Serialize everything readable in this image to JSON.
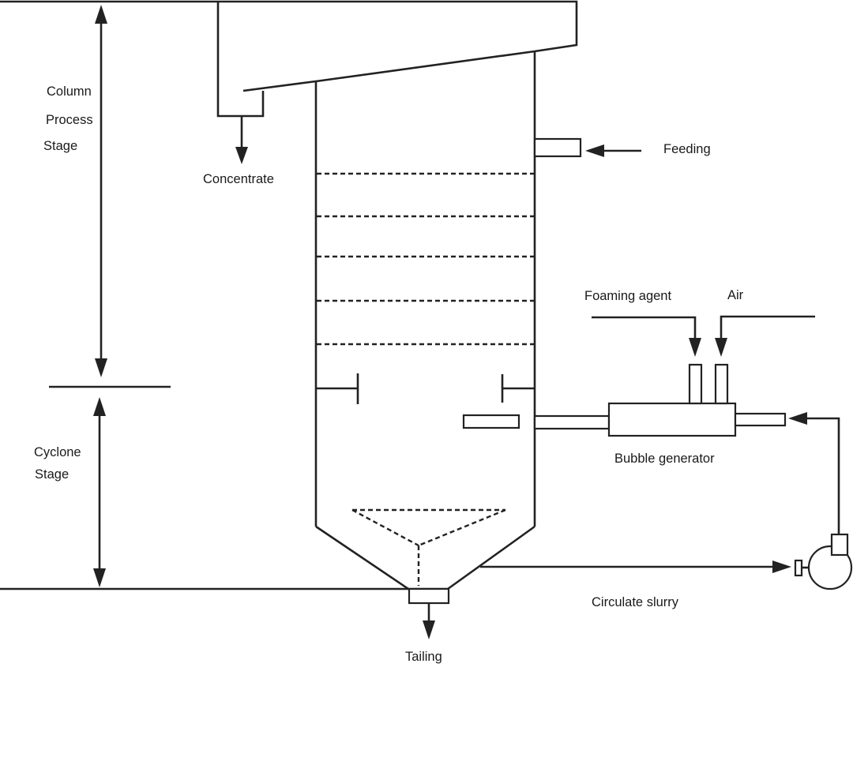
{
  "labels": {
    "column_line1": "Column",
    "column_line2": "Process",
    "column_line3": "Stage",
    "cyclone_line1": "Cyclone",
    "cyclone_line2": "Stage",
    "concentrate": "Concentrate",
    "feeding": "Feeding",
    "foaming_agent": "Foaming agent",
    "air": "Air",
    "bubble_generator": "Bubble generator",
    "circulate_slurry": "Circulate slurry",
    "tailing": "Tailing"
  },
  "colors": {
    "line": "#222222",
    "text": "#1a1a1a",
    "background": "#ffffff"
  }
}
